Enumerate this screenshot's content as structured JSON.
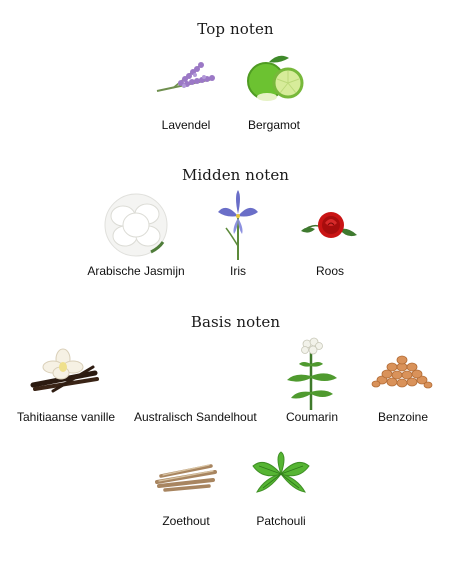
{
  "sections": [
    {
      "title": "Top noten",
      "notes": [
        {
          "label": "Lavendel",
          "icon": "lavender-icon"
        },
        {
          "label": "Bergamot",
          "icon": "bergamot-icon"
        }
      ]
    },
    {
      "title": "Midden noten",
      "notes": [
        {
          "label": "Arabische Jasmijn",
          "icon": "jasmine-icon"
        },
        {
          "label": "Iris",
          "icon": "iris-icon"
        },
        {
          "label": "Roos",
          "icon": "rose-icon"
        }
      ]
    },
    {
      "title": "Basis noten",
      "notes": [
        {
          "label": "Tahitiaanse vanille",
          "icon": "vanilla-icon"
        },
        {
          "label": "Australisch Sandelhout",
          "icon": "sandalwood-icon"
        },
        {
          "label": "Coumarin",
          "icon": "coumarin-icon"
        },
        {
          "label": "Benzoine",
          "icon": "benzoin-icon"
        },
        {
          "label": "Zoethout",
          "icon": "licorice-icon"
        },
        {
          "label": "Patchouli",
          "icon": "patchouli-icon"
        }
      ]
    }
  ]
}
